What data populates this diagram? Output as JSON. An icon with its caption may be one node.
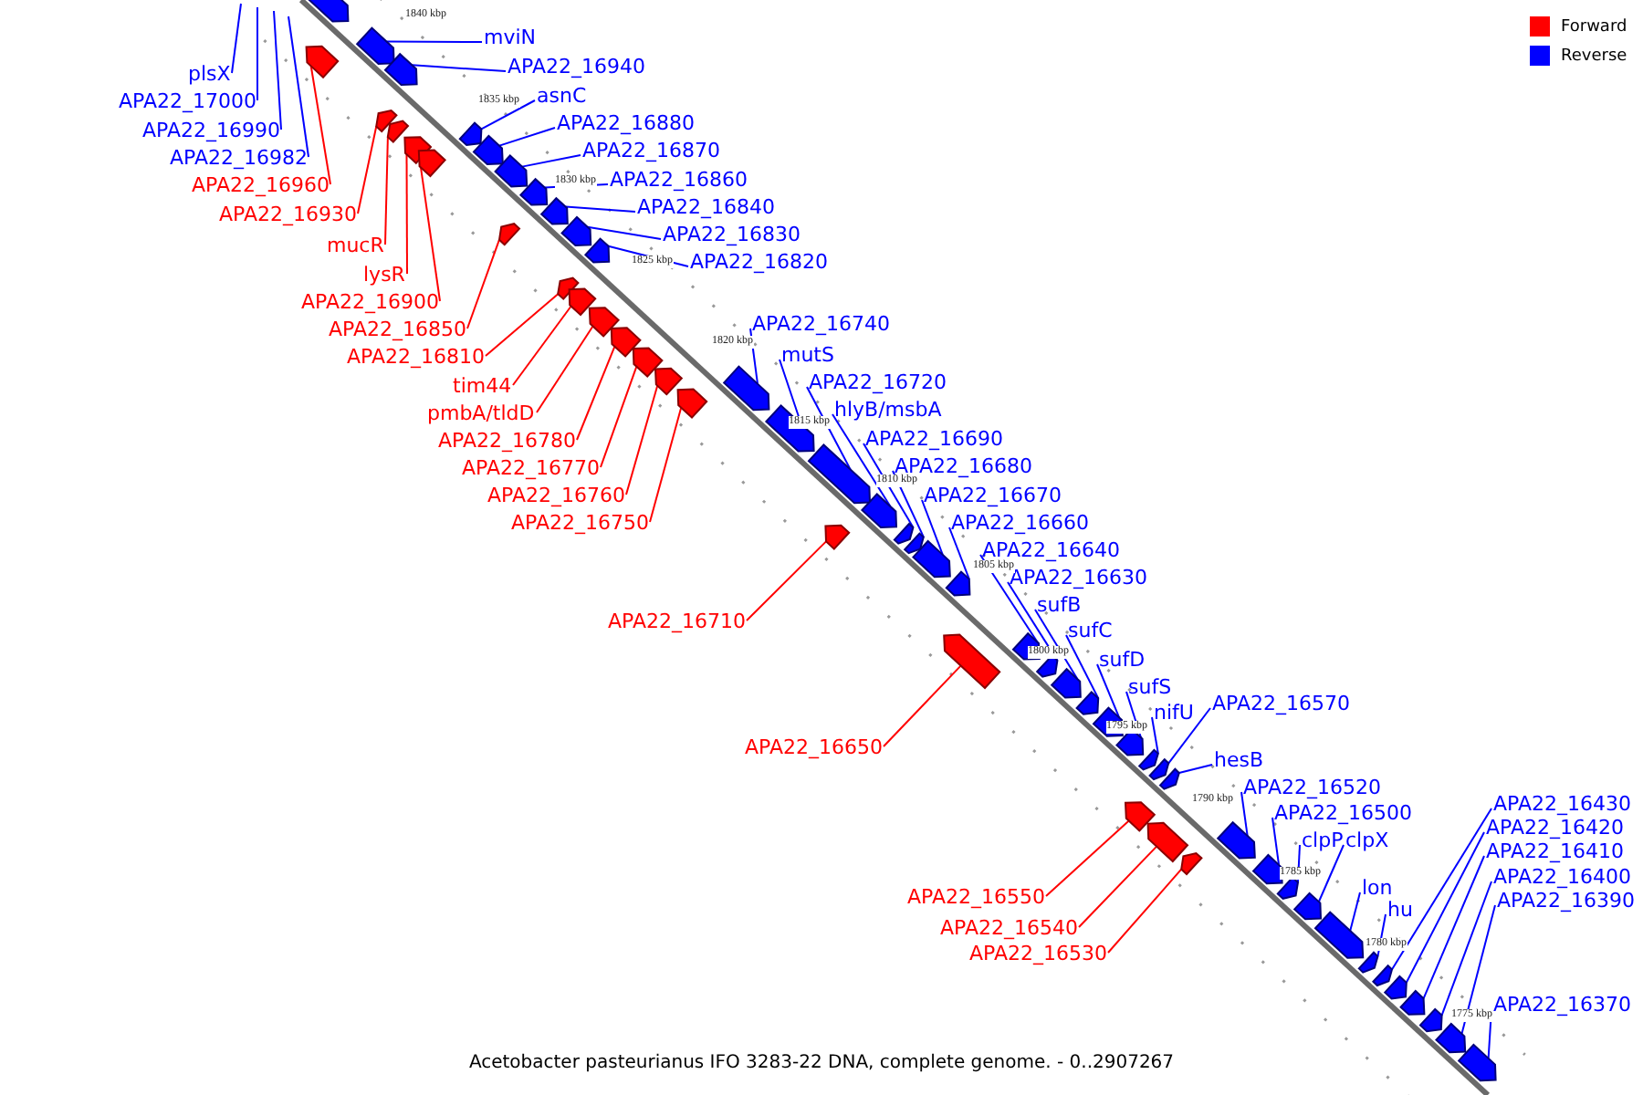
{
  "diagram": {
    "caption": "Acetobacter pasteurianus IFO 3283-22 DNA, complete genome. - 0..2907267",
    "nodes": [
      {
        "text": [
          "plsX"
        ]
      },
      {
        "text": [
          "APA22_17000"
        ]
      },
      {
        "text": [
          "APA22_16990"
        ]
      },
      {
        "text": [
          "APA22_16982"
        ]
      },
      {
        "text": [],
        "shape": "arrow"
      },
      {
        "text": [
          "mviN"
        ]
      },
      {
        "text": [],
        "shape": "arrow"
      },
      {
        "text": [
          "APA22_16940"
        ]
      },
      {
        "text": [],
        "shape": "arrow"
      },
      {
        "text": [
          "APA22_16960"
        ]
      },
      {
        "text": [],
        "shape": "arrow"
      },
      {
        "text": [
          "APA22_16930"
        ]
      },
      {
        "text": [],
        "shape": "arrow"
      },
      {
        "text": [
          "mucR"
        ]
      },
      {
        "text": [],
        "shape": "arrow"
      },
      {
        "text": [
          "lysR"
        ]
      },
      {
        "text": [],
        "shape": "arrow"
      },
      {
        "text": [
          "APA22_16900"
        ]
      },
      {
        "text": [],
        "shape": "arrow"
      },
      {
        "text": [
          "asnC"
        ]
      },
      {
        "text": [],
        "shape": "arrow"
      },
      {
        "text": [
          "APA22_16880"
        ]
      },
      {
        "text": [],
        "shape": "arrow"
      },
      {
        "text": [
          "APA22_16870"
        ]
      },
      {
        "text": [],
        "shape": "arrow"
      },
      {
        "text": [
          "APA22_16860"
        ]
      },
      {
        "text": [],
        "shape": "arrow"
      },
      {
        "text": [
          "APA22_16840"
        ]
      },
      {
        "text": [],
        "shape": "arrow"
      },
      {
        "text": [
          "APA22_16830"
        ]
      },
      {
        "text": [],
        "shape": "arrow"
      },
      {
        "text": [
          "APA22_16820"
        ]
      },
      {
        "text": [],
        "shape": "arrow"
      },
      {
        "text": [
          "APA22_16850"
        ]
      },
      {
        "text": [],
        "shape": "arrow"
      },
      {
        "text": [
          "APA22_16810"
        ]
      },
      {
        "text": [],
        "shape": "arrow"
      },
      {
        "text": [
          "tim44"
        ]
      },
      {
        "text": [],
        "shape": "arrow"
      },
      {
        "text": [
          "pmbA/tldD"
        ]
      },
      {
        "text": [],
        "shape": "arrow"
      },
      {
        "text": [
          "APA22_16780"
        ]
      },
      {
        "text": [],
        "shape": "arrow"
      },
      {
        "text": [
          "APA22_16770"
        ]
      },
      {
        "text": [],
        "shape": "arrow"
      },
      {
        "text": [
          "APA22_16760"
        ]
      },
      {
        "text": [],
        "shape": "arrow"
      },
      {
        "text": [
          "APA22_16750"
        ]
      },
      {
        "text": [],
        "shape": "arrow"
      },
      {
        "text": [
          "APA22_16740"
        ]
      },
      {
        "text": [],
        "shape": "arrow"
      },
      {
        "text": [
          "mutS"
        ]
      },
      {
        "text": [],
        "shape": "arrow"
      },
      {
        "text": [
          "APA22_16720"
        ]
      },
      {
        "text": [],
        "shape": "arrow"
      },
      {
        "text": [
          "hlyB/msbA"
        ]
      },
      {
        "text": [],
        "shape": "arrow"
      },
      {
        "text": [
          "APA22_16690"
        ]
      },
      {
        "text": [],
        "shape": "arrow"
      },
      {
        "text": [
          "APA22_16680"
        ]
      },
      {
        "text": [],
        "shape": "arrow"
      },
      {
        "text": [
          "APA22_16670"
        ]
      },
      {
        "text": [],
        "shape": "arrow"
      },
      {
        "text": [
          "APA22_16660"
        ]
      },
      {
        "text": [],
        "shape": "arrow"
      },
      {
        "text": [
          "APA22_16640"
        ]
      },
      {
        "text": [],
        "shape": "arrow"
      },
      {
        "text": [
          "APA22_16630"
        ]
      },
      {
        "text": [],
        "shape": "arrow"
      },
      {
        "text": [
          "sufB"
        ]
      },
      {
        "text": [],
        "shape": "arrow"
      },
      {
        "text": [
          "sufC"
        ]
      },
      {
        "text": [],
        "shape": "arrow"
      },
      {
        "text": [
          "sufD"
        ]
      },
      {
        "text": [],
        "shape": "arrow"
      },
      {
        "text": [
          "sufS"
        ]
      },
      {
        "text": [],
        "shape": "arrow"
      },
      {
        "text": [
          "nifU"
        ]
      },
      {
        "text": [],
        "shape": "arrow"
      },
      {
        "text": [
          "APA22_16570"
        ]
      },
      {
        "text": [],
        "shape": "arrow"
      },
      {
        "text": [
          "hesB"
        ]
      },
      {
        "text": [],
        "shape": "arrow"
      },
      {
        "text": [
          "APA22_16710"
        ]
      },
      {
        "text": [],
        "shape": "arrow"
      },
      {
        "text": [
          "APA22_16650"
        ]
      },
      {
        "text": [],
        "shape": "arrow"
      },
      {
        "text": [
          "APA22_16520"
        ]
      },
      {
        "text": [],
        "shape": "arrow"
      },
      {
        "text": [
          "APA22_16500"
        ]
      },
      {
        "text": [],
        "shape": "arrow"
      },
      {
        "text": [
          "clpP"
        ]
      },
      {
        "text": [],
        "shape": "arrow"
      },
      {
        "text": [
          "clpX"
        ]
      },
      {
        "text": [],
        "shape": "arrow"
      },
      {
        "text": [
          "lon"
        ]
      },
      {
        "text": [],
        "shape": "arrow"
      },
      {
        "text": [
          "hu"
        ]
      },
      {
        "text": [],
        "shape": "arrow"
      },
      {
        "text": [
          "APA22_16550"
        ]
      },
      {
        "text": [],
        "shape": "arrow"
      },
      {
        "text": [
          "APA22_16540"
        ]
      },
      {
        "text": [],
        "shape": "arrow"
      },
      {
        "text": [
          "APA22_16530"
        ]
      },
      {
        "text": [],
        "shape": "arrow"
      },
      {
        "text": [
          "APA22_16430"
        ]
      },
      {
        "text": [],
        "shape": "arrow"
      },
      {
        "text": [
          "APA22_16420"
        ]
      },
      {
        "text": [],
        "shape": "arrow"
      },
      {
        "text": [
          "APA22_16410"
        ]
      },
      {
        "text": [],
        "shape": "arrow"
      },
      {
        "text": [
          "APA22_16400"
        ]
      },
      {
        "text": [],
        "shape": "arrow"
      },
      {
        "text": [
          "APA22_16390"
        ]
      },
      {
        "text": [],
        "shape": "arrow"
      },
      {
        "text": [
          "APA22_16370"
        ]
      },
      {
        "text": [],
        "shape": "arrow"
      }
    ],
    "edges": [
      {
        "from": 0,
        "to": null,
        "arrow": "none"
      },
      {
        "from": 1,
        "to": null,
        "arrow": "none"
      },
      {
        "from": 2,
        "to": null,
        "arrow": "none"
      },
      {
        "from": 3,
        "to": null,
        "arrow": "none"
      },
      {
        "from": 5,
        "to": 6,
        "arrow": "none"
      },
      {
        "from": 7,
        "to": 8,
        "arrow": "none"
      },
      {
        "from": 9,
        "to": 10,
        "arrow": "none",
        "color": "#ff0000"
      },
      {
        "from": 11,
        "to": 12,
        "arrow": "none",
        "color": "#ff0000"
      },
      {
        "from": 13,
        "to": 14,
        "arrow": "none",
        "color": "#ff0000"
      },
      {
        "from": 15,
        "to": 16,
        "arrow": "none",
        "color": "#ff0000"
      },
      {
        "from": 17,
        "to": 18,
        "arrow": "none",
        "color": "#ff0000"
      },
      {
        "from": 19,
        "to": 20,
        "arrow": "none"
      },
      {
        "from": 21,
        "to": 22,
        "arrow": "none"
      },
      {
        "from": 23,
        "to": 24,
        "arrow": "none"
      },
      {
        "from": 25,
        "to": 26,
        "arrow": "none"
      },
      {
        "from": 27,
        "to": 28,
        "arrow": "none"
      },
      {
        "from": 29,
        "to": 30,
        "arrow": "none"
      },
      {
        "from": 31,
        "to": 32,
        "arrow": "none"
      },
      {
        "from": 33,
        "to": 34,
        "arrow": "none",
        "color": "#ff0000"
      },
      {
        "from": 35,
        "to": 36,
        "arrow": "none",
        "color": "#ff0000"
      },
      {
        "from": 37,
        "to": 38,
        "arrow": "none",
        "color": "#ff0000"
      },
      {
        "from": 39,
        "to": 40,
        "arrow": "none",
        "color": "#ff0000"
      },
      {
        "from": 41,
        "to": 42,
        "arrow": "none",
        "color": "#ff0000"
      },
      {
        "from": 43,
        "to": 44,
        "arrow": "none",
        "color": "#ff0000"
      },
      {
        "from": 45,
        "to": 46,
        "arrow": "none",
        "color": "#ff0000"
      },
      {
        "from": 47,
        "to": 48,
        "arrow": "none",
        "color": "#ff0000"
      },
      {
        "from": 49,
        "to": 50,
        "arrow": "none"
      },
      {
        "from": 51,
        "to": 52,
        "arrow": "none"
      },
      {
        "from": 53,
        "to": 54,
        "arrow": "none"
      },
      {
        "from": 55,
        "to": 56,
        "arrow": "none"
      },
      {
        "from": 57,
        "to": 58,
        "arrow": "none"
      },
      {
        "from": 59,
        "to": 60,
        "arrow": "none"
      },
      {
        "from": 61,
        "to": 62,
        "arrow": "none"
      },
      {
        "from": 63,
        "to": 64,
        "arrow": "none"
      },
      {
        "from": 65,
        "to": 66,
        "arrow": "none"
      },
      {
        "from": 67,
        "to": 68,
        "arrow": "none"
      },
      {
        "from": 69,
        "to": 70,
        "arrow": "none"
      },
      {
        "from": 71,
        "to": 72,
        "arrow": "none"
      },
      {
        "from": 73,
        "to": 74,
        "arrow": "none"
      },
      {
        "from": 75,
        "to": 76,
        "arrow": "none"
      },
      {
        "from": 77,
        "to": 78,
        "arrow": "none"
      },
      {
        "from": 79,
        "to": 80,
        "arrow": "none"
      },
      {
        "from": 81,
        "to": 82,
        "arrow": "none"
      },
      {
        "from": 83,
        "to": 84,
        "arrow": "none",
        "color": "#ff0000"
      },
      {
        "from": 85,
        "to": 86,
        "arrow": "none",
        "color": "#ff0000"
      },
      {
        "from": 87,
        "to": 88,
        "arrow": "none"
      },
      {
        "from": 89,
        "to": 90,
        "arrow": "none"
      },
      {
        "from": 91,
        "to": 92,
        "arrow": "none"
      },
      {
        "from": 93,
        "to": 94,
        "arrow": "none"
      },
      {
        "from": 95,
        "to": 96,
        "arrow": "none"
      },
      {
        "from": 97,
        "to": 98,
        "arrow": "none"
      },
      {
        "from": 99,
        "to": 100,
        "arrow": "none",
        "color": "#ff0000"
      },
      {
        "from": 101,
        "to": 102,
        "arrow": "none",
        "color": "#ff0000"
      },
      {
        "from": 103,
        "to": 104,
        "arrow": "none",
        "color": "#ff0000"
      },
      {
        "from": 105,
        "to": 106,
        "arrow": "none"
      },
      {
        "from": 107,
        "to": 108,
        "arrow": "none"
      },
      {
        "from": 109,
        "to": 110,
        "arrow": "none"
      },
      {
        "from": 111,
        "to": 112,
        "arrow": "none"
      },
      {
        "from": 113,
        "to": 114,
        "arrow": "none"
      },
      {
        "from": 115,
        "to": 116,
        "arrow": "none"
      }
    ],
    "labels": [
      "1840 kbp",
      "1835 kbp",
      "1830 kbp",
      "1825 kbp",
      "1820 kbp",
      "1815 kbp",
      "1810 kbp",
      "1805 kbp",
      "1800 kbp",
      "1795 kbp",
      "1790 kbp",
      "1785 kbp",
      "1780 kbp",
      "1775 kbp"
    ],
    "legend": [
      {
        "text": "Forward",
        "color": "#ff0000"
      },
      {
        "text": "Reverse",
        "color": "#0000ff"
      }
    ]
  }
}
